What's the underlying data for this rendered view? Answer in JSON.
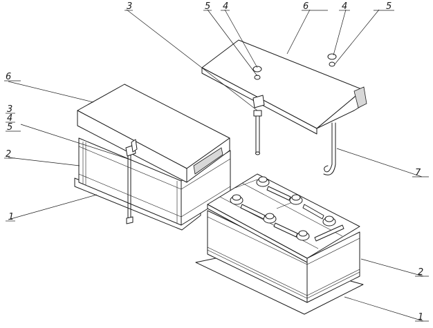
{
  "callouts": {
    "cover_left": "6",
    "cover_right": "6",
    "bolt_top": "3",
    "fastener_stack_3": "3",
    "fastener_stack_4": "4",
    "fastener_stack_5": "5",
    "shell_left": "2",
    "tray_left": "1",
    "nut_left": "4",
    "washer_left": "5",
    "nut_right": "4",
    "washer_right": "5",
    "hook_bolt": "7",
    "shell_right": "2",
    "tray_right": "1"
  }
}
